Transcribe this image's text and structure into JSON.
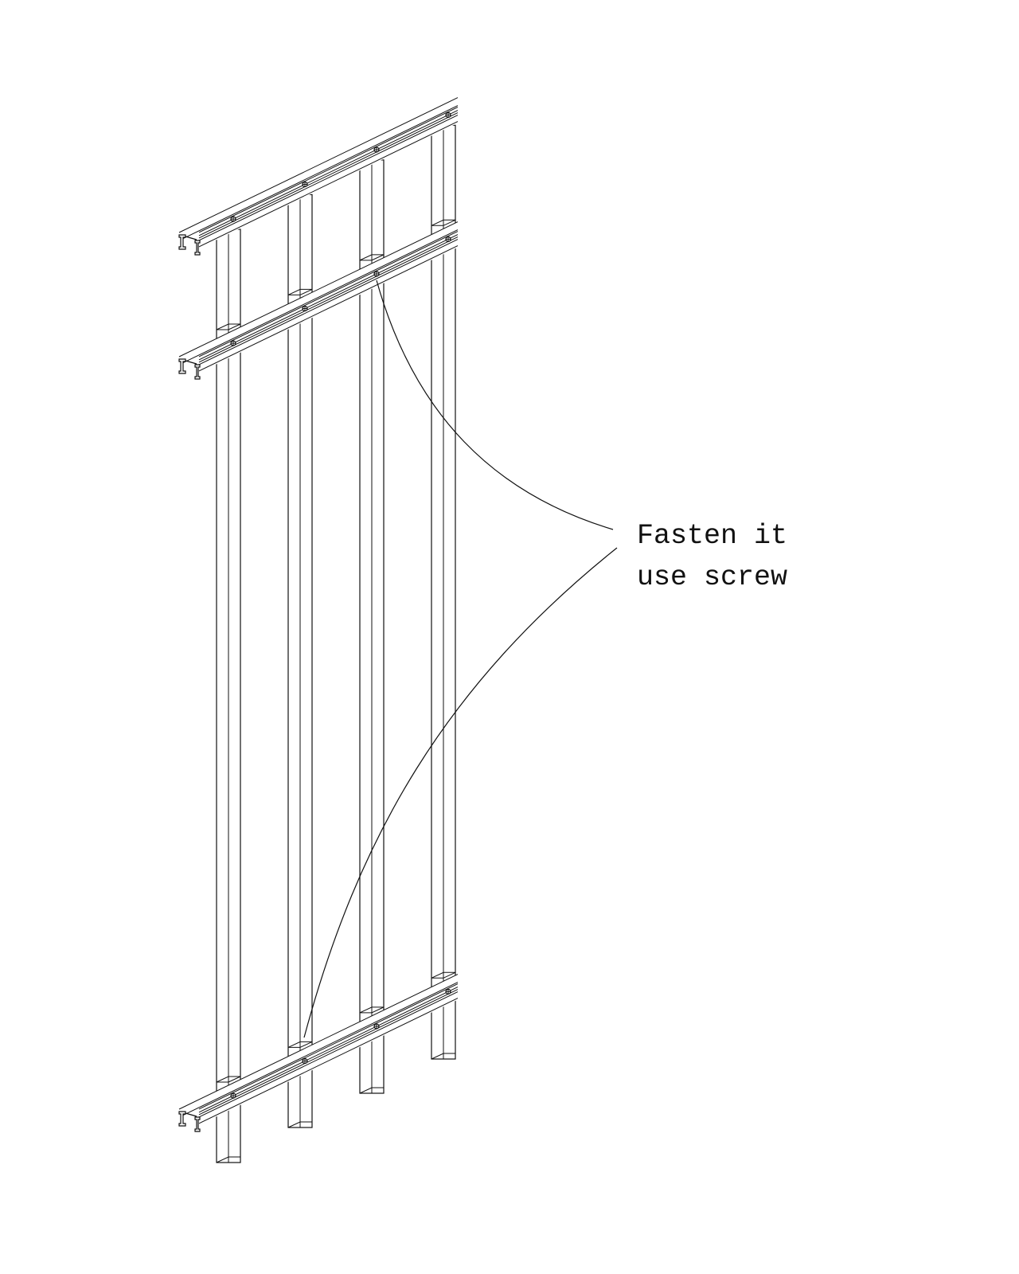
{
  "annotation": {
    "line1": "Fasten it",
    "line2": "use screw"
  },
  "colors": {
    "stroke": "#111111",
    "background": "#ffffff"
  },
  "drawing": {
    "post_count": 4,
    "rail_count": 3
  }
}
